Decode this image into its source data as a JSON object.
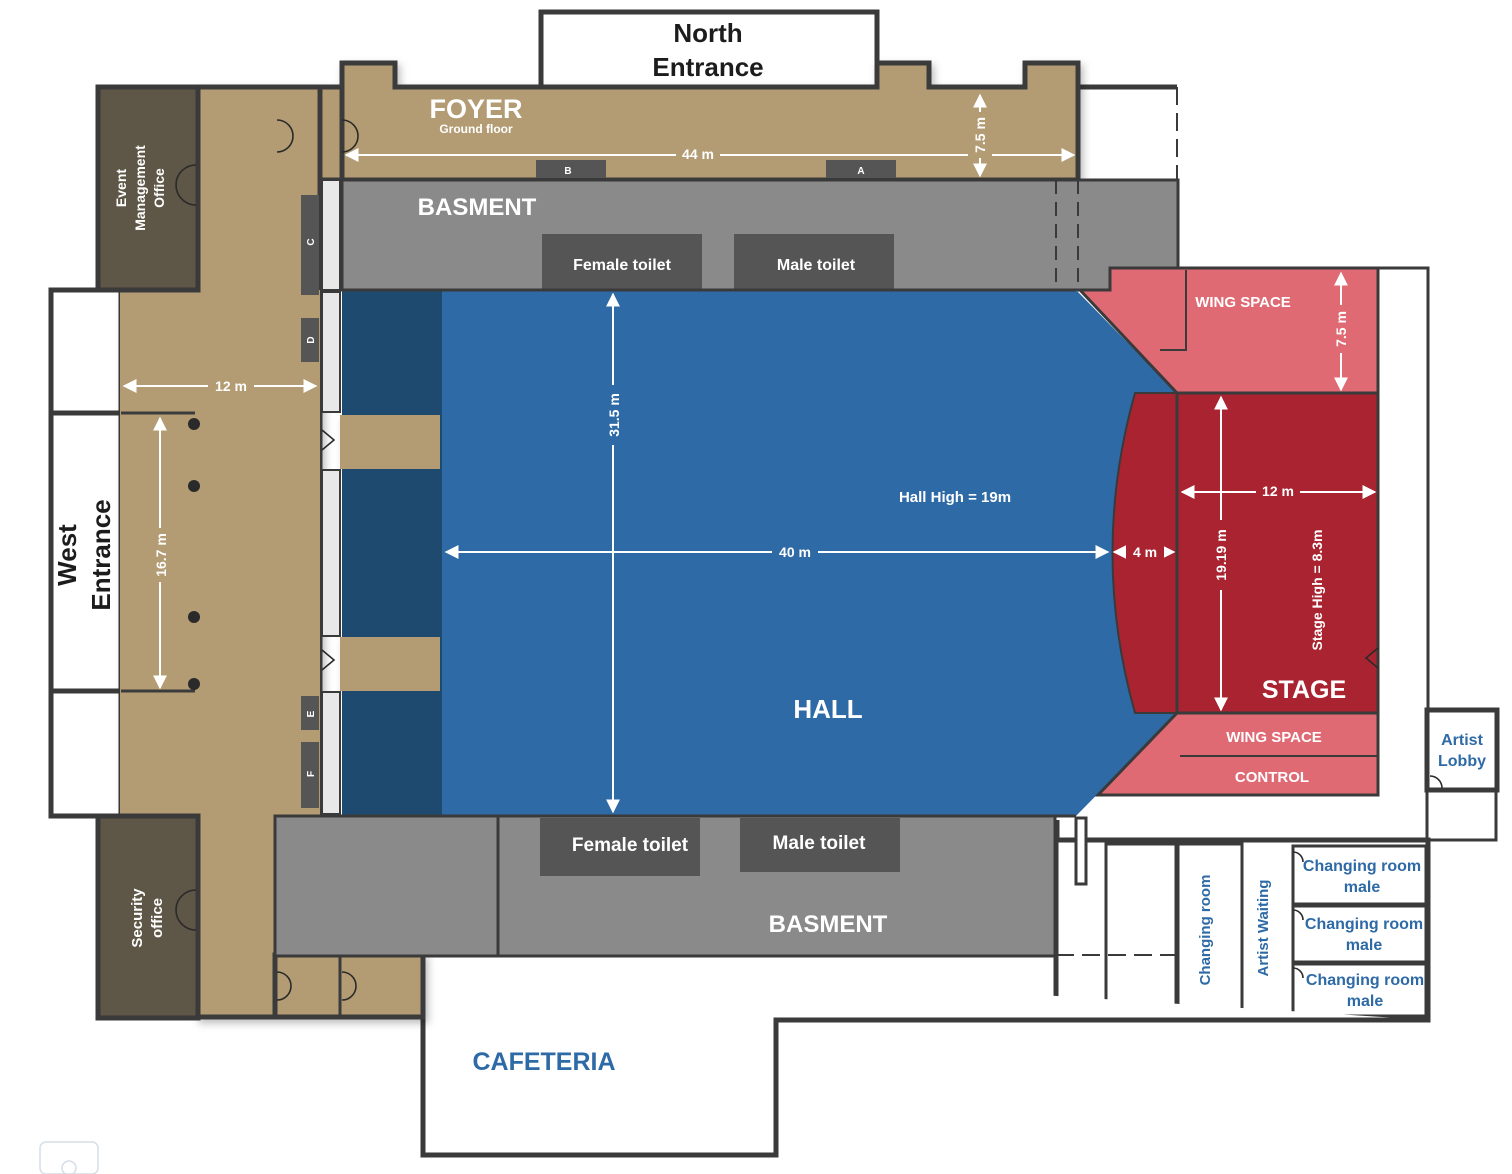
{
  "colors": {
    "wall": "#3a3a3a",
    "foyer": "#b39c73",
    "office": "#5e5646",
    "basement": "#8a8a8a",
    "basement_dark": "#5a5a5a",
    "toilet": "#555555",
    "hall": "#2e6aa6",
    "hall_side": "#1f4a70",
    "stage": "#a92330",
    "wing": "#e06a74",
    "blue_label": "#2e6aa6"
  },
  "labels": {
    "north_entrance_1": "North",
    "north_entrance_2": "Entrance",
    "foyer": "FOYER",
    "foyer_sub": "Ground floor",
    "event_office_1": "Event",
    "event_office_2": "Management",
    "event_office_3": "Office",
    "west_entrance_1": "West",
    "west_entrance_2": "Entrance",
    "security_office_1": "Security",
    "security_office_2": "office",
    "basement_top": "BASMENT",
    "basement_bottom": "BASMENT",
    "female_toilet_top": "Female toilet",
    "male_toilet_top": "Male toilet",
    "female_toilet_bottom": "Female toilet",
    "male_toilet_bottom": "Male toilet",
    "hall": "HALL",
    "hall_high": "Hall High = 19m",
    "wing_space_top": "WING SPACE",
    "wing_space_bottom": "WING SPACE",
    "control": "CONTROL",
    "stage": "STAGE",
    "stage_high": "Stage High = 8.3m",
    "artist_lobby_1": "Artist",
    "artist_lobby_2": "Lobby",
    "changing_room": "Changing room",
    "artist_waiting": "Artist Waiting",
    "changing_room_male_1a": "Changing room",
    "changing_room_male_1b": "male",
    "changing_room_male_2a": "Changing room",
    "changing_room_male_2b": "male",
    "changing_room_male_3a": "Changing room",
    "changing_room_male_3b": "male",
    "cafeteria": "CAFETERIA"
  },
  "doors": {
    "a": "A",
    "b": "B",
    "c": "C",
    "d": "D",
    "e": "E",
    "f": "F"
  },
  "dimensions": {
    "foyer_width": "44 m",
    "foyer_depth": "7.5 m",
    "west_width": "12 m",
    "west_length": "16.7 m",
    "hall_depth": "31.5 m",
    "hall_width": "40 m",
    "apron": "4 m",
    "stage_width": "12 m",
    "stage_depth": "19.19 m",
    "wing_depth": "7.5 m"
  }
}
